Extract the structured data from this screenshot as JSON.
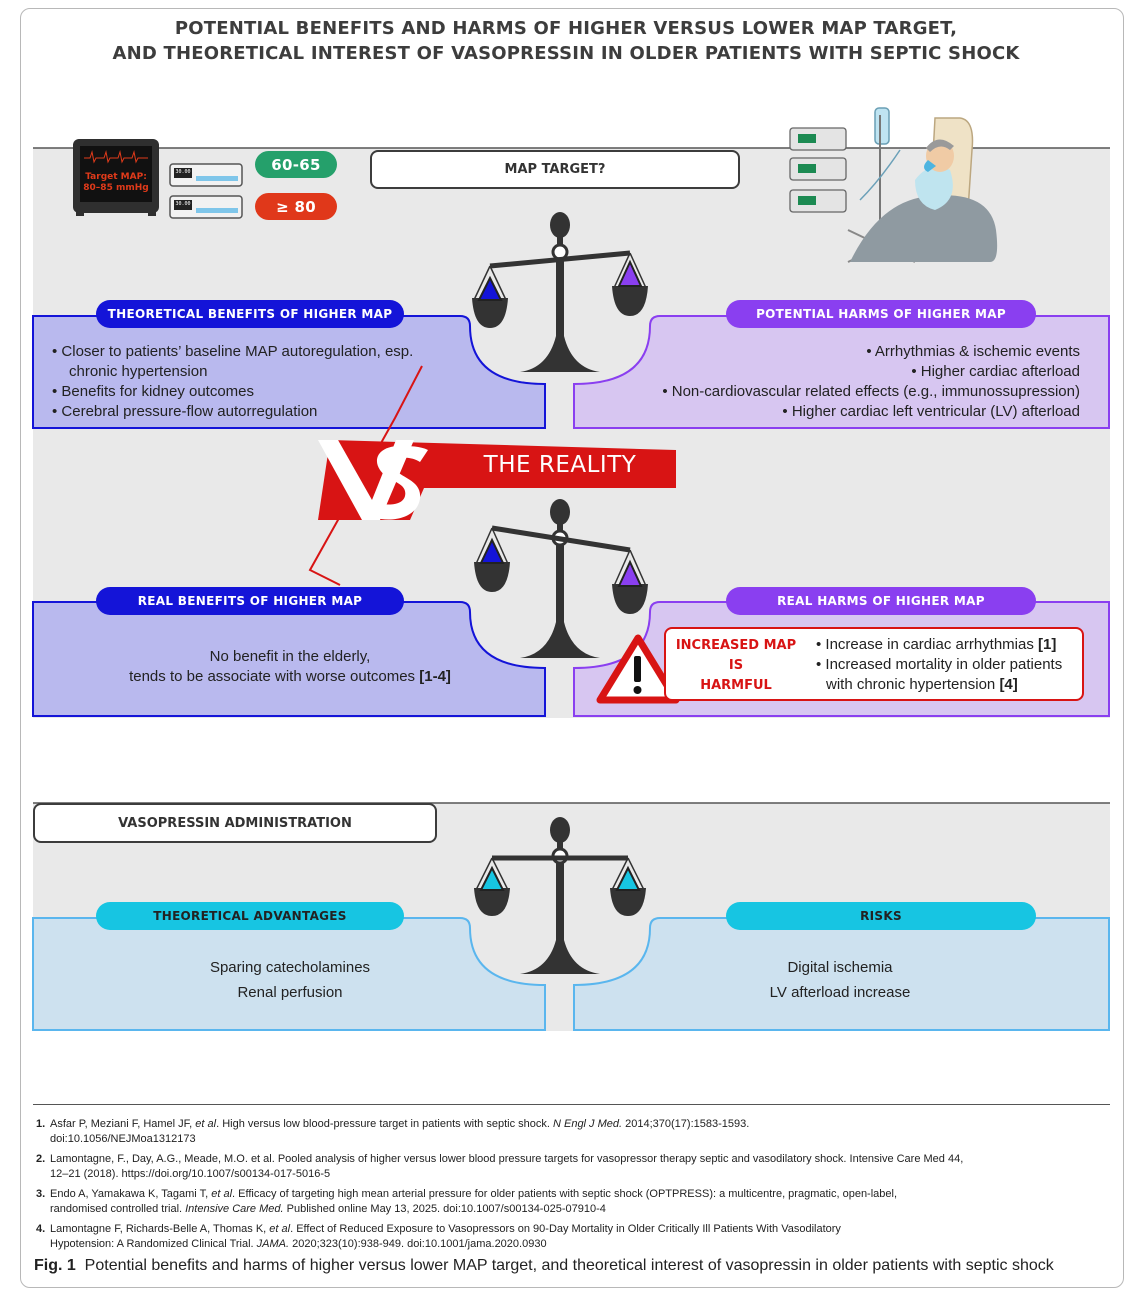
{
  "title": {
    "line1": "POTENTIAL BENEFITS AND HARMS OF HIGHER VERSUS LOWER MAP TARGET,",
    "line2": "AND THEORETICAL INTEREST OF VASOPRESSIN IN OLDER PATIENTS WITH SEPTIC SHOCK"
  },
  "monitor": {
    "line1": "Target MAP:",
    "line2": "80–85 mmHg"
  },
  "pump_display": "30.00",
  "targets": {
    "low": "60-65",
    "high": "≥ 80"
  },
  "map_target_label": "MAP TARGET?",
  "theoretical_benefits": {
    "header": "THEORETICAL BENEFITS OF HIGHER MAP",
    "items": [
      "Closer to patients’ baseline MAP autoregulation, esp.",
      "chronic hypertension",
      "Benefits for kidney outcomes",
      "Cerebral pressure-flow autorregulation"
    ]
  },
  "potential_harms": {
    "header": "POTENTIAL HARMS OF HIGHER MAP",
    "items": [
      "Arrhythmias & ischemic events",
      "Higher cardiac afterload",
      "Non-cardiovascular related effects (e.g., immunossupression)",
      "Higher cardiac left ventricular (LV) afterload"
    ]
  },
  "vs_label": "VS",
  "reality_label": "THE REALITY",
  "real_benefits": {
    "header": "REAL BENEFITS OF HIGHER MAP",
    "line1": "No benefit in the elderly,",
    "line2": "tends to be associate with worse outcomes",
    "ref": "[1-4]"
  },
  "real_harms": {
    "header": "REAL HARMS OF HIGHER MAP",
    "warning_line1": "INCREASED MAP",
    "warning_line2": "IS",
    "warning_line3": "HARMFUL",
    "item1": "Increase in cardiac arrhythmias",
    "item1_ref": "[1]",
    "item2_line1": "Increased mortality in older patients",
    "item2_line2": "with chronic hypertension",
    "item2_ref": "[4]"
  },
  "vasopressin": {
    "label": "VASOPRESSIN ADMINISTRATION",
    "advantages_header": "THEORETICAL ADVANTAGES",
    "advantages": [
      "Sparing catecholamines",
      "Renal perfusion"
    ],
    "risks_header": "RISKS",
    "risks": [
      "Digital ischemia",
      "LV afterload increase"
    ]
  },
  "references": [
    {
      "num": "1.",
      "pre": "Asfar P, Meziani F, Hamel JF, ",
      "it1": "et al",
      "mid": ". High versus low blood-pressure target in patients with septic shock. ",
      "it2": "N Engl J Med.",
      "post": " 2014;370(17):1583-1593.",
      "line2": "doi:10.1056/NEJMoa1312173"
    },
    {
      "num": "2.",
      "pre": "Lamontagne, F., Day, A.G., Meade, M.O. et al. Pooled analysis of higher versus lower blood pressure targets for vasopressor therapy septic and vasodilatory shock. Intensive Care Med 44,",
      "it1": "",
      "mid": "",
      "it2": "",
      "post": "",
      "line2": "12–21 (2018). https://doi.org/10.1007/s00134-017-5016-5"
    },
    {
      "num": "3.",
      "pre": "Endo A, Yamakawa K, Tagami T, ",
      "it1": "et al",
      "mid": ". Efficacy of targeting high mean arterial pressure for older patients with septic shock (OPTPRESS): a multicentre, pragmatic, open-label,",
      "it2": "",
      "post": "",
      "line2_pre": "randomised controlled trial. ",
      "line2_it": "Intensive Care Med.",
      "line2_post": " Published online May 13, 2025. doi:10.1007/s00134-025-07910-4"
    },
    {
      "num": "4.",
      "pre": "Lamontagne F, Richards-Belle A, Thomas K, ",
      "it1": "et al",
      "mid": ". Effect of Reduced Exposure to Vasopressors on 90-Day Mortality in Older Critically Ill Patients With Vasodilatory",
      "it2": "",
      "post": "",
      "line2_pre": "Hypotension: A Randomized Clinical Trial. ",
      "line2_it": "JAMA.",
      "line2_post": " 2020;323(10):938-949. doi:10.1001/jama.2020.0930"
    }
  ],
  "caption": {
    "label": "Fig. 1",
    "text": "Potential benefits and harms of higher versus lower MAP target, and theoretical interest of vasopressin in older patients with septic shock"
  },
  "colors": {
    "blue": "#1414d8",
    "purple": "#8a3ff0",
    "cyan": "#17c5e2",
    "red": "#d81414",
    "green": "#25a06b",
    "orange_red": "#e0381a"
  }
}
